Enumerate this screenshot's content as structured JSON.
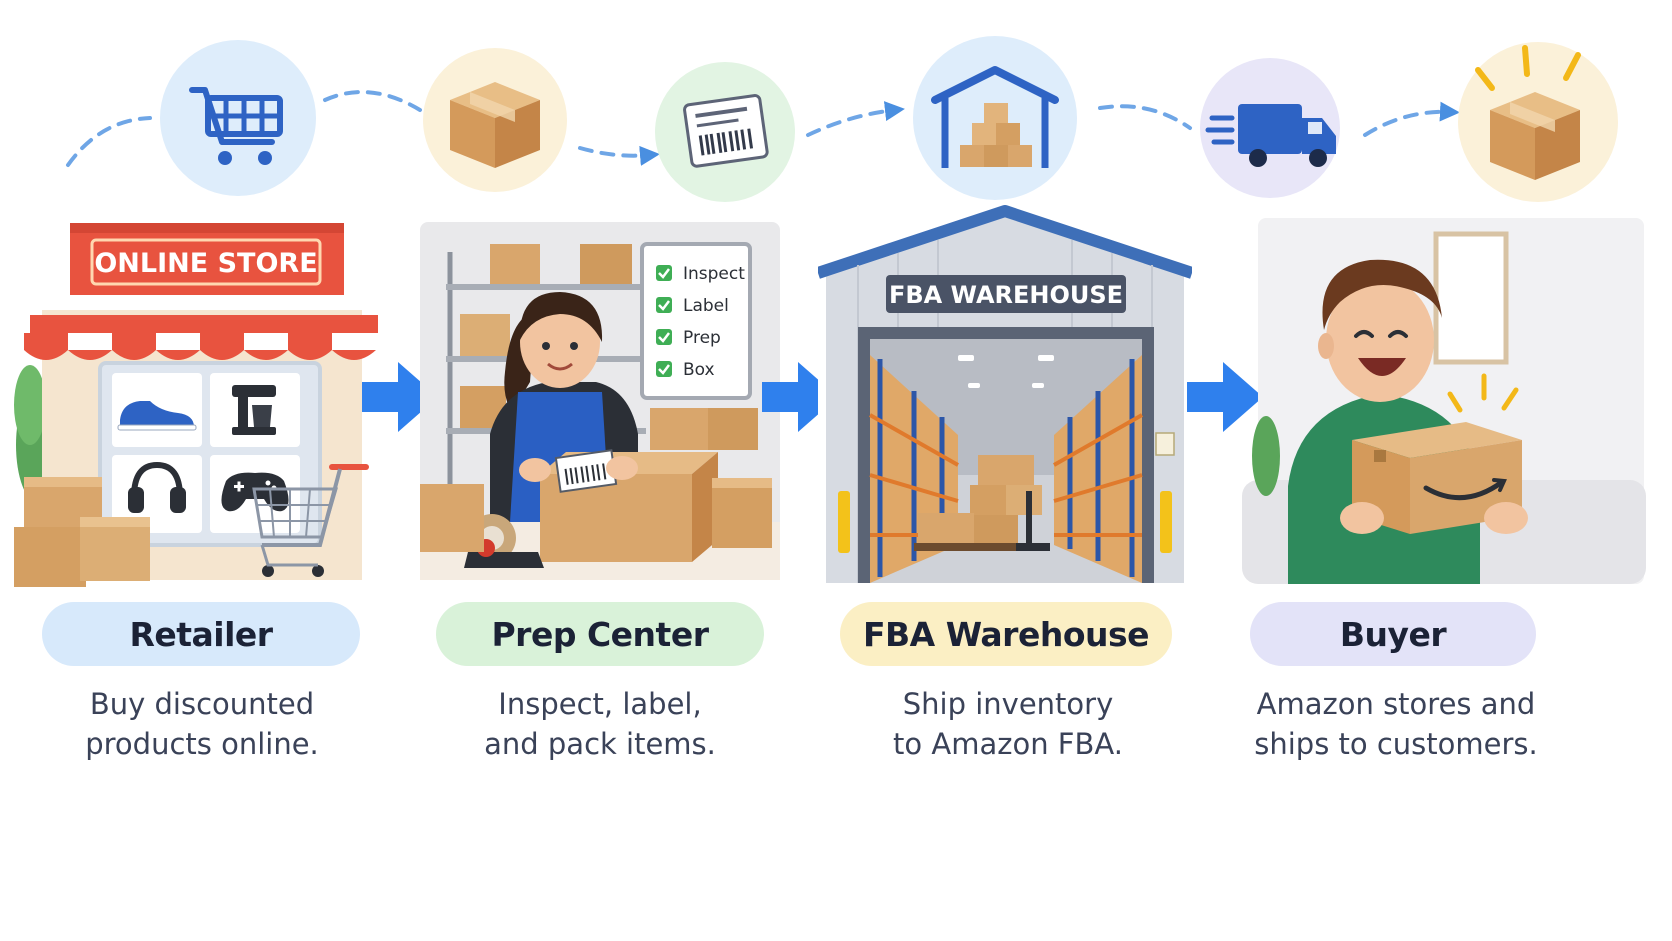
{
  "signs": {
    "online_store": "ONLINE STORE",
    "fba_warehouse": "FBA WAREHOUSE"
  },
  "checklist": [
    "Inspect",
    "Label",
    "Prep",
    "Box"
  ],
  "steps": [
    {
      "title": "Retailer",
      "desc_line1": "Buy discounted",
      "desc_line2": "products online."
    },
    {
      "title": "Prep Center",
      "desc_line1": "Inspect, label,",
      "desc_line2": "and pack items."
    },
    {
      "title": "FBA Warehouse",
      "desc_line1": "Ship inventory",
      "desc_line2": "to Amazon FBA."
    },
    {
      "title": "Buyer",
      "desc_line1": "Amazon stores and",
      "desc_line2": "ships to customers."
    }
  ],
  "top_icons": [
    "cart-icon",
    "box-icon",
    "label-icon",
    "warehouse-icon",
    "truck-icon",
    "delivered-box-icon"
  ],
  "colors": {
    "arrow_blue": "#2f80ed",
    "pill_retailer": "#d7e9fb",
    "pill_prep": "#d9f2d9",
    "pill_fba": "#fbefc4",
    "pill_buyer": "#e3e3f8",
    "cardboard": "#d9a66c"
  }
}
